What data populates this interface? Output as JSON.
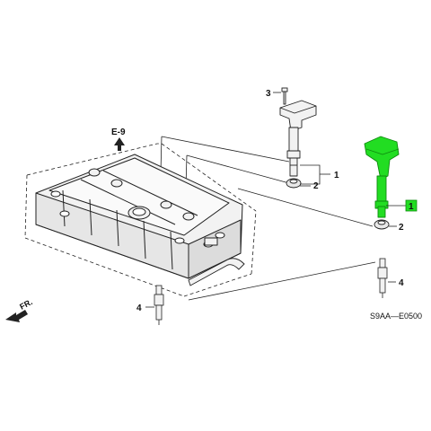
{
  "diagram": {
    "section_ref": "E-9",
    "front_label": "FR.",
    "figure_code": "S9AA—E0500",
    "callouts": {
      "bolt": "3",
      "coil_upper": "1",
      "seal_upper": "2",
      "coil_highlight": "1",
      "seal_lower": "2",
      "plug_right": "4",
      "plug_left": "4"
    },
    "colors": {
      "line": "#222222",
      "highlight": "#22dd22",
      "highlight_stroke": "#0f8a0f",
      "part_fill": "#f2f2f2"
    }
  }
}
